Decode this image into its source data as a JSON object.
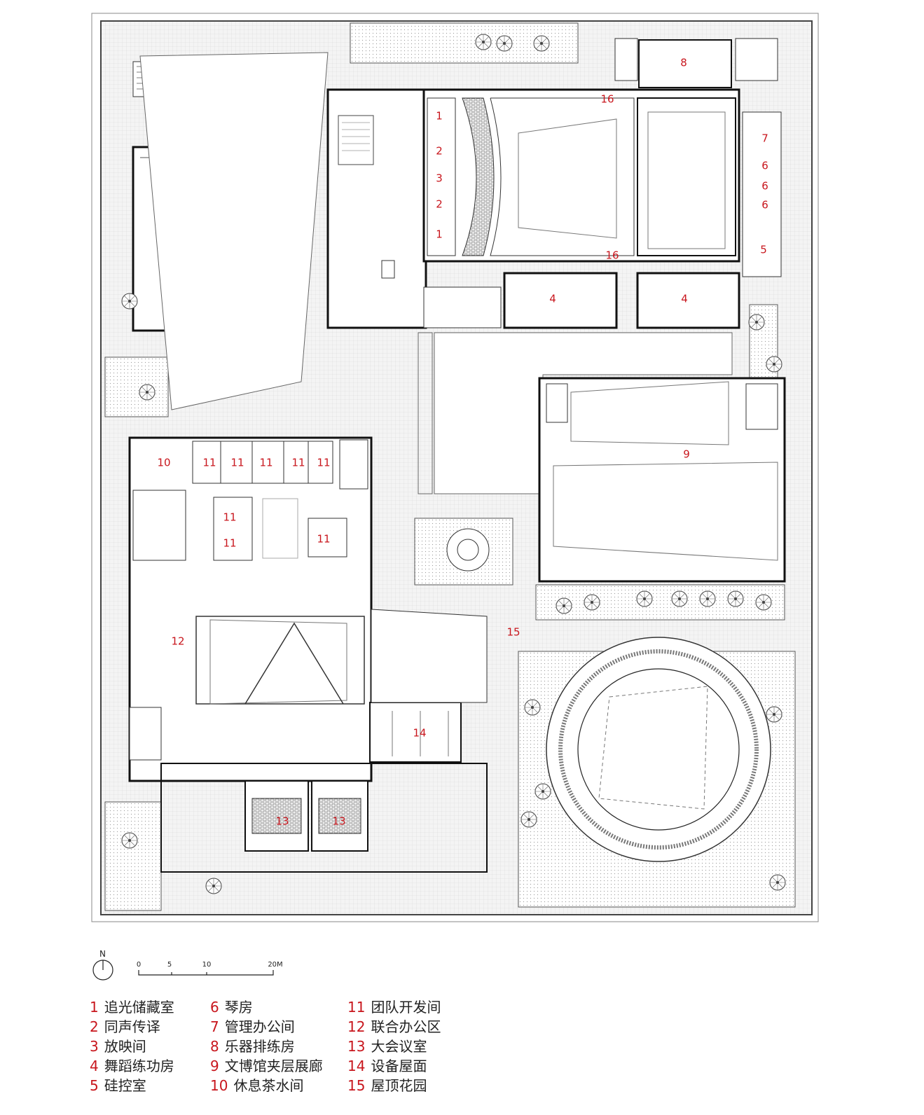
{
  "plan_labels": [
    {
      "id": "r1a",
      "text": "1"
    },
    {
      "id": "r2a",
      "text": "2"
    },
    {
      "id": "r3",
      "text": "3"
    },
    {
      "id": "r2b",
      "text": "2"
    },
    {
      "id": "r1b",
      "text": "1"
    },
    {
      "id": "r8",
      "text": "8"
    },
    {
      "id": "r16a",
      "text": "16"
    },
    {
      "id": "r7",
      "text": "7"
    },
    {
      "id": "r6a",
      "text": "6"
    },
    {
      "id": "r6b",
      "text": "6"
    },
    {
      "id": "r6c",
      "text": "6"
    },
    {
      "id": "r5",
      "text": "5"
    },
    {
      "id": "r16b",
      "text": "16"
    },
    {
      "id": "r4a",
      "text": "4"
    },
    {
      "id": "r4b",
      "text": "4"
    },
    {
      "id": "r9",
      "text": "9"
    },
    {
      "id": "r10",
      "text": "10"
    },
    {
      "id": "r11a",
      "text": "11"
    },
    {
      "id": "r11b",
      "text": "11"
    },
    {
      "id": "r11c",
      "text": "11"
    },
    {
      "id": "r11d",
      "text": "11"
    },
    {
      "id": "r11e",
      "text": "11"
    },
    {
      "id": "r11f",
      "text": "11"
    },
    {
      "id": "r11g",
      "text": "11"
    },
    {
      "id": "r11h",
      "text": "11"
    },
    {
      "id": "r12",
      "text": "12"
    },
    {
      "id": "r15",
      "text": "15"
    },
    {
      "id": "r14",
      "text": "14"
    },
    {
      "id": "r13a",
      "text": "13"
    },
    {
      "id": "r13b",
      "text": "13"
    }
  ],
  "north_label": "N",
  "scale_ticks": [
    "0",
    "5",
    "10",
    "20M"
  ],
  "legend": [
    [
      {
        "num": "1",
        "name": "追光储藏室"
      },
      {
        "num": "2",
        "name": "同声传译"
      },
      {
        "num": "3",
        "name": "放映间"
      },
      {
        "num": "4",
        "name": "舞蹈练功房"
      },
      {
        "num": "5",
        "name": "硅控室"
      }
    ],
    [
      {
        "num": "6",
        "name": "琴房"
      },
      {
        "num": "7",
        "name": "管理办公间"
      },
      {
        "num": "8",
        "name": "乐器排练房"
      },
      {
        "num": "9",
        "name": "文博馆夹层展廊"
      },
      {
        "num": "10",
        "name": "休息茶水间"
      }
    ],
    [
      {
        "num": "11",
        "name": "团队开发间"
      },
      {
        "num": "12",
        "name": "联合办公区"
      },
      {
        "num": "13",
        "name": "大会议室"
      },
      {
        "num": "14",
        "name": "设备屋面"
      },
      {
        "num": "15",
        "name": "屋顶花园"
      }
    ]
  ]
}
